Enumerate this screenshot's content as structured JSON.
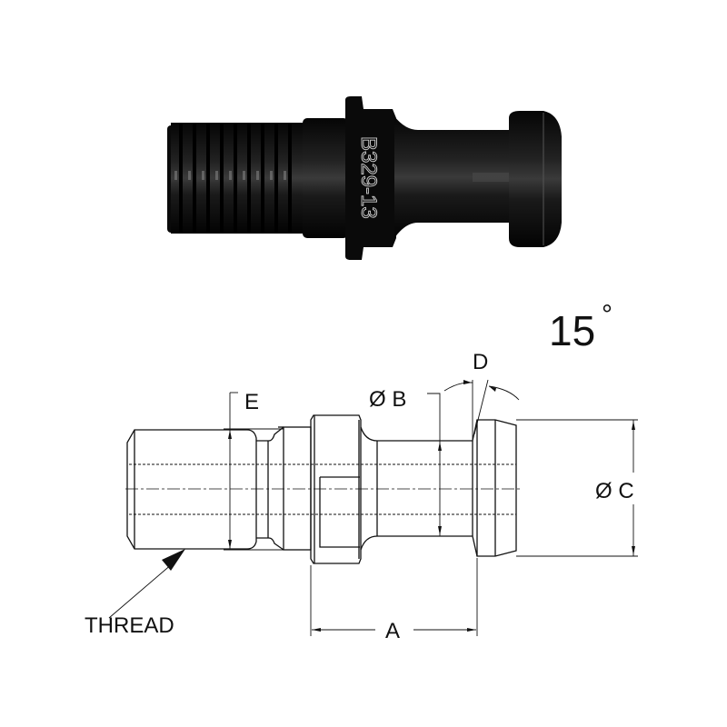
{
  "product_photo": {
    "engraving": "B329-13"
  },
  "drawing": {
    "angle_label": "15",
    "angle_unit_symbol": "°",
    "labels": {
      "a": "A",
      "b": "Ø B",
      "c": "Ø C",
      "d": "D",
      "e": "E",
      "thread": "THREAD"
    }
  },
  "colors": {
    "line": "#111111",
    "metal": "#0b0b0b"
  }
}
